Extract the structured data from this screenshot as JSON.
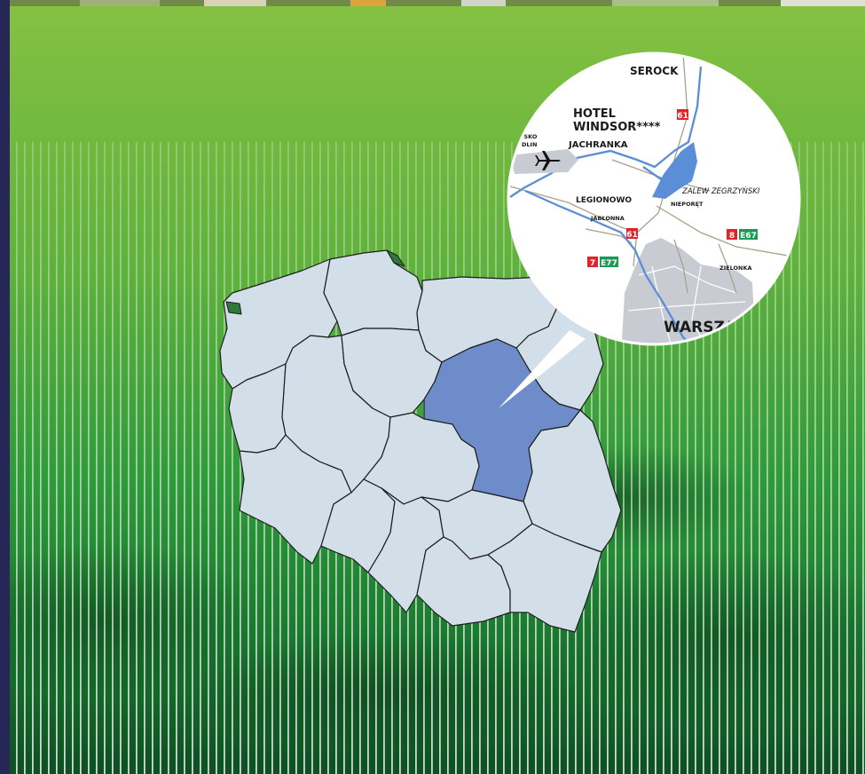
{
  "colors": {
    "side_bar": "#262657",
    "grass_top": "#85c142",
    "grass_bottom": "#0d4f22",
    "region_fill": "#d3dfe8",
    "region_highlight": "#6e8cc9",
    "water": "#5b8ed6",
    "urban": "#c8ccd2",
    "road_national": "#e2242a",
    "road_european": "#1c9a55"
  },
  "map": {
    "highlighted_region": "mazowieckie",
    "inset": {
      "labels": {
        "serock": "SEROCK",
        "hotel_line1": "HOTEL",
        "hotel_line2": "WINDSOR****",
        "airport_line1": "ISKO",
        "airport_line2": "DLIN",
        "jachranka": "JACHRANKA",
        "zalew": "ZALEW ZEGRZYŃSKI",
        "legionowo": "LEGIONOWO",
        "nieporet": "NIEPORĘT",
        "jablonna": "JABŁONNA",
        "zielonka": "ZIELONKA",
        "warsaw": "WARSZA"
      },
      "roads": {
        "r61_north": "61",
        "r61_south": "61",
        "r8": "8",
        "e67": "E67",
        "r7": "7",
        "e77": "E77"
      },
      "icons": {
        "airport": "airplane-icon"
      }
    }
  }
}
